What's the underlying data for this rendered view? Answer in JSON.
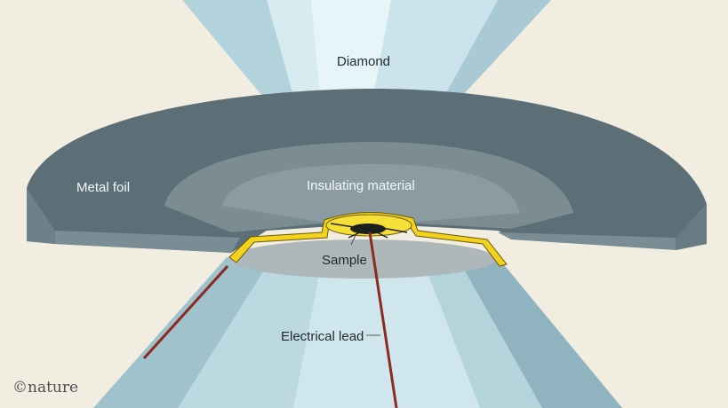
{
  "labels": {
    "diamond": "Diamond",
    "metal_foil": "Metal foil",
    "insulating_material": "Insulating material",
    "sample": "Sample",
    "electrical_lead": "Electrical lead"
  },
  "credit": "©nature",
  "colors": {
    "background": "#f2ede1",
    "diamond_light": "#dff0f4",
    "diamond_mid": "#b9d6de",
    "diamond_dark": "#8fb4bf",
    "foil_top": "#5f7178",
    "foil_face": "#6c7f86",
    "insulator_yellow": "#f2d21a",
    "lead_red": "#8a2a20",
    "sample_dark": "#1c1f20"
  }
}
